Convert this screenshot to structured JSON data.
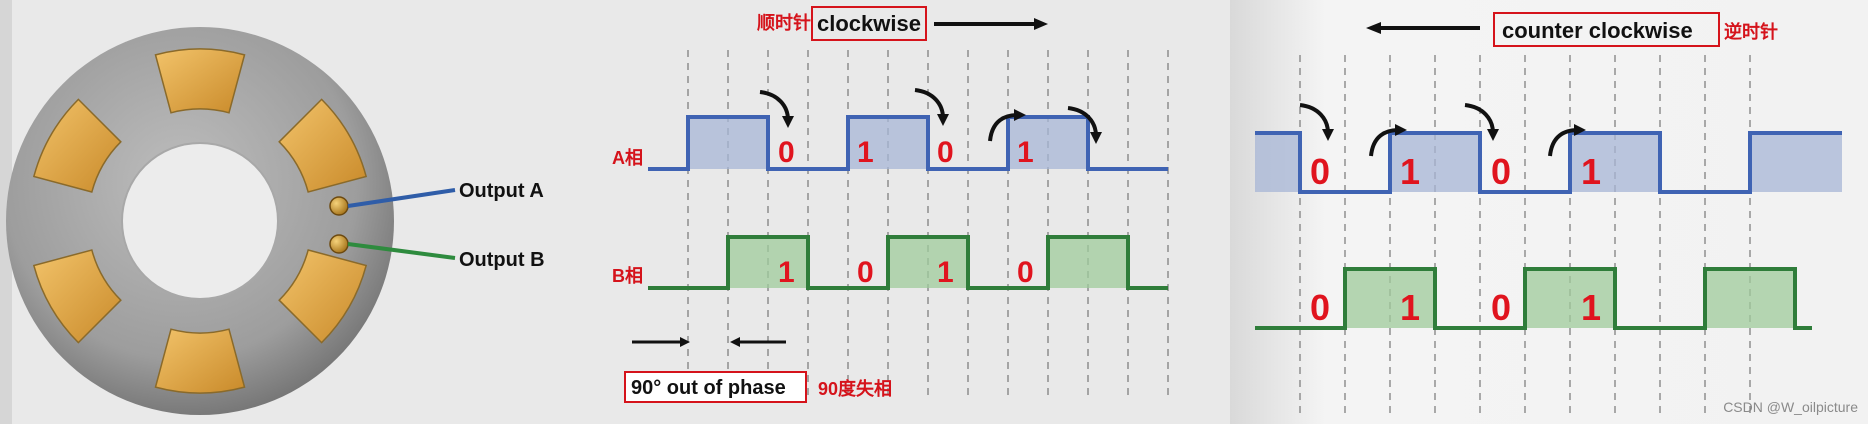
{
  "encoder": {
    "output_a": "Output A",
    "output_b": "Output B",
    "a_wire_color": "#2f5da8",
    "b_wire_color": "#2e8b3e"
  },
  "clockwise_panel": {
    "title_cn": "顺时针",
    "title_en": "clockwise",
    "phase_a_label": "A相",
    "phase_b_label": "B相",
    "phase_a_bits": [
      "0",
      "1",
      "0",
      "1"
    ],
    "phase_b_bits": [
      "1",
      "0",
      "1",
      "0"
    ],
    "phase_note_en": "90° out of phase",
    "phase_note_cn": "90度失相",
    "arrow_direction": "right"
  },
  "counter_panel": {
    "title_en": "counter clockwise",
    "title_cn": "逆时针",
    "phase_a_bits": [
      "0",
      "1",
      "0",
      "1"
    ],
    "phase_b_bits": [
      "0",
      "1",
      "0",
      "1"
    ],
    "arrow_direction": "left"
  },
  "watermark": "CSDN @W_oilpicture",
  "colors": {
    "signal_a": "#3f63b3",
    "signal_a_fill": "#a7b6d6",
    "signal_b": "#2f7d3a",
    "signal_b_fill": "#9fcb9b",
    "digit_red": "#e0141e",
    "label_red": "#d5131b"
  }
}
